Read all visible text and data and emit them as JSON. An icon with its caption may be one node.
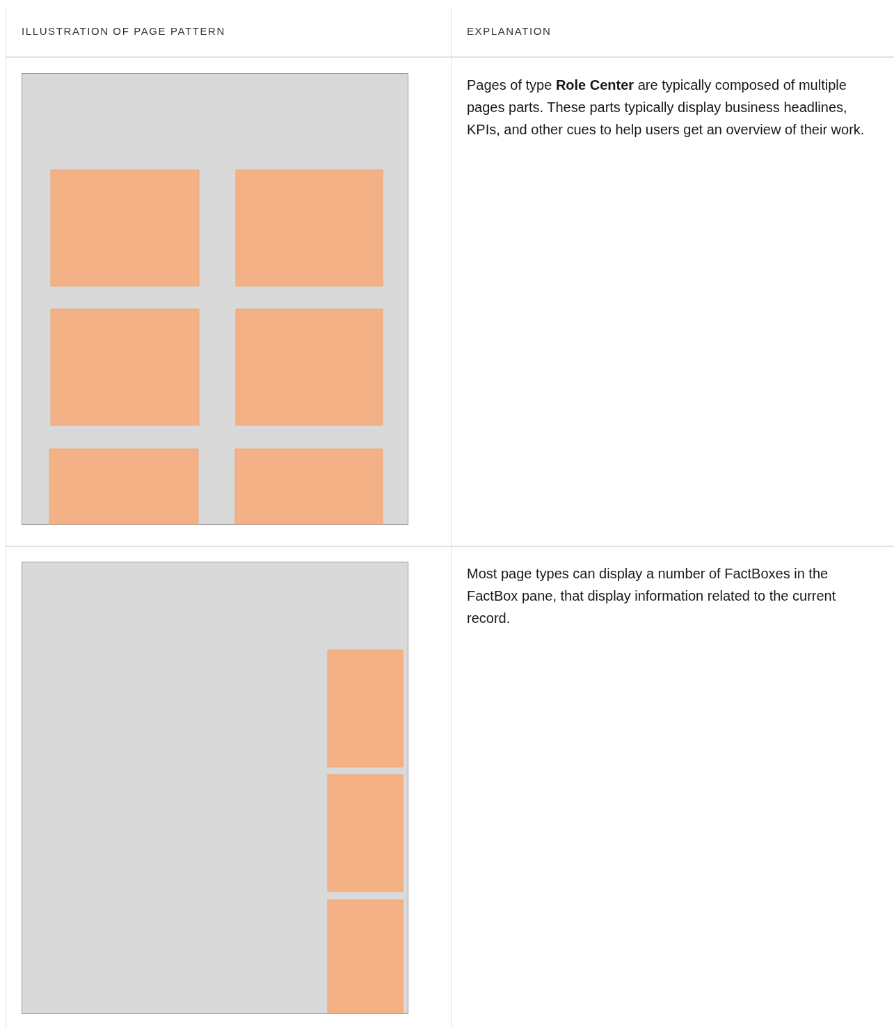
{
  "diagram": {
    "labels": [
      "ILLUSTRATION OF PAGE PATTERN",
      "EXPLANATION",
      "Pages of type **Role Center** are typically composed of multiple pages parts. These parts typically display business headlines, KPIs, and other cues to help users get an overview of their work.",
      "Most page types can display a number of FactBoxes in the FactBox pane, that display information related to the current record."
    ]
  }
}
